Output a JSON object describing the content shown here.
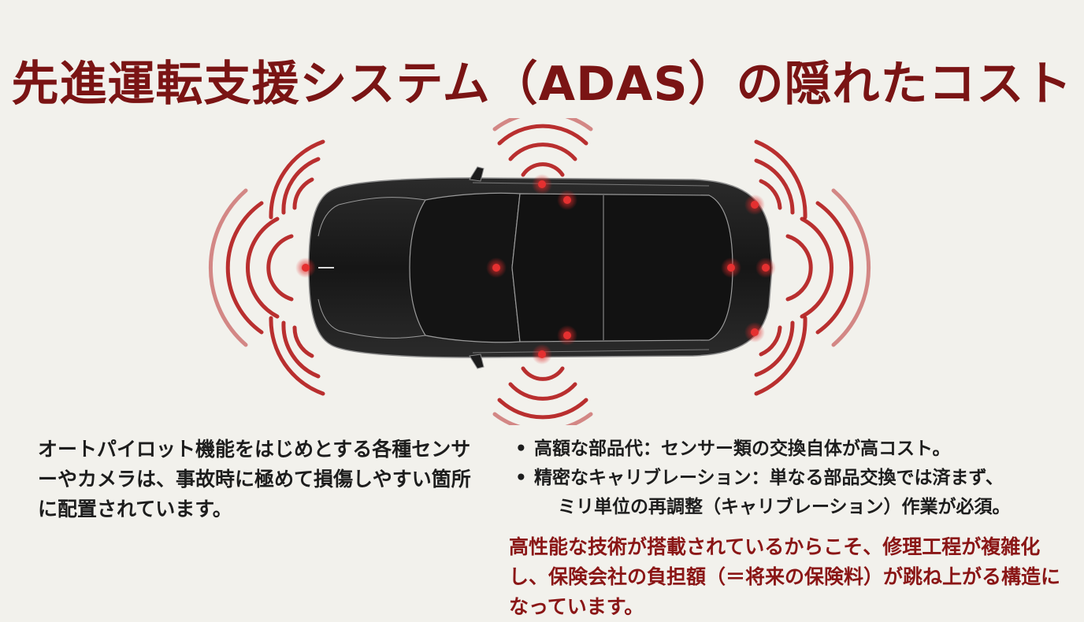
{
  "title": "先進運転支援システム（ADAS）の隠れたコスト",
  "intro": "オートパイロット機能をはじめとする各種センサーやカメラは、事故時に極めて損傷しやすい箇所に配置されています。",
  "bullets": [
    {
      "marker": "•",
      "line1": "高額な部品代：センサー類の交換自体が高コスト。",
      "line2": ""
    },
    {
      "marker": "•",
      "line1": "精密なキャリブレーション：単なる部品交換では済まず、",
      "line2": "ミリ単位の再調整（キャリブレーション）作業が必須。"
    }
  ],
  "conclusion": "高性能な技術が搭載されているからこそ、修理工程が複雑化し、保険会社の負担額（＝将来の保険料）が跳ね上がる構造になっています。",
  "colors": {
    "title": "#7a1414",
    "accent_red": "#b31b1b",
    "car_body": "#1c1c1c",
    "background": "#f2f1ec"
  },
  "icons": {
    "car": "car-top-view-icon",
    "sensor_wave": "sensor-wave-icon"
  }
}
